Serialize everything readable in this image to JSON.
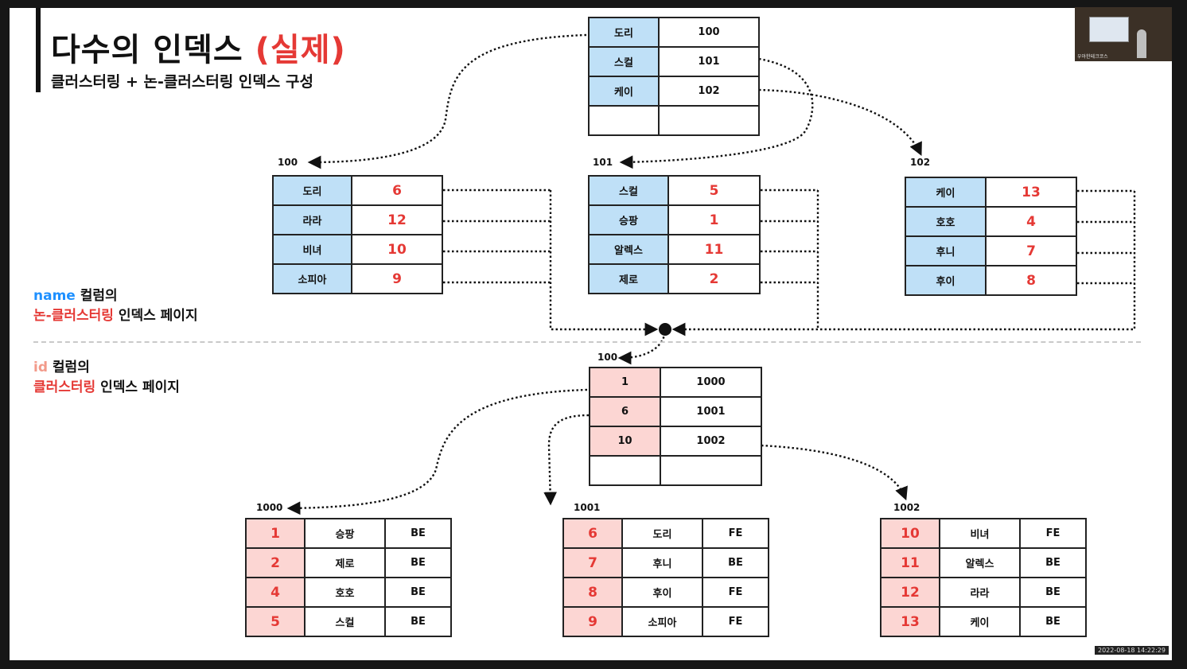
{
  "title_main": "다수의 인덱스 ",
  "title_accent": "(실제)",
  "subtitle": "클러스터링 + 논-클러스터링 인덱스 구성",
  "name_label": {
    "keyword": "name",
    "rest": " 컬럼의",
    "line2_red": "논-클러스터링",
    "line2_rest": " 인덱스 페이지"
  },
  "id_label": {
    "keyword": "id",
    "rest": " 컬럼의",
    "line2_red": "클러스터링",
    "line2_rest": " 인덱스 페이지"
  },
  "nc_root": {
    "rows": [
      [
        "도리",
        "100"
      ],
      [
        "스컬",
        "101"
      ],
      [
        "케이",
        "102"
      ],
      [
        "",
        ""
      ]
    ]
  },
  "nc_leaf": [
    {
      "label": "100",
      "rows": [
        [
          "도리",
          "6"
        ],
        [
          "라라",
          "12"
        ],
        [
          "비녀",
          "10"
        ],
        [
          "소피아",
          "9"
        ]
      ]
    },
    {
      "label": "101",
      "rows": [
        [
          "스컬",
          "5"
        ],
        [
          "승팡",
          "1"
        ],
        [
          "알렉스",
          "11"
        ],
        [
          "제로",
          "2"
        ]
      ]
    },
    {
      "label": "102",
      "rows": [
        [
          "케이",
          "13"
        ],
        [
          "호호",
          "4"
        ],
        [
          "후니",
          "7"
        ],
        [
          "후이",
          "8"
        ]
      ]
    }
  ],
  "c_root": {
    "label": "100",
    "rows": [
      [
        "1",
        "1000"
      ],
      [
        "6",
        "1001"
      ],
      [
        "10",
        "1002"
      ],
      [
        "",
        ""
      ]
    ]
  },
  "c_leaf": [
    {
      "label": "1000",
      "rows": [
        [
          "1",
          "승팡",
          "BE"
        ],
        [
          "2",
          "제로",
          "BE"
        ],
        [
          "4",
          "호호",
          "BE"
        ],
        [
          "5",
          "스컬",
          "BE"
        ]
      ]
    },
    {
      "label": "1001",
      "rows": [
        [
          "6",
          "도리",
          "FE"
        ],
        [
          "7",
          "후니",
          "BE"
        ],
        [
          "8",
          "후이",
          "FE"
        ],
        [
          "9",
          "소피아",
          "FE"
        ]
      ]
    },
    {
      "label": "1002",
      "rows": [
        [
          "10",
          "비녀",
          "FE"
        ],
        [
          "11",
          "알렉스",
          "BE"
        ],
        [
          "12",
          "라라",
          "BE"
        ],
        [
          "13",
          "케이",
          "BE"
        ]
      ]
    }
  ],
  "webcam_caption": "우아한테크코스",
  "timestamp": "2022-08-18 14:22:29"
}
